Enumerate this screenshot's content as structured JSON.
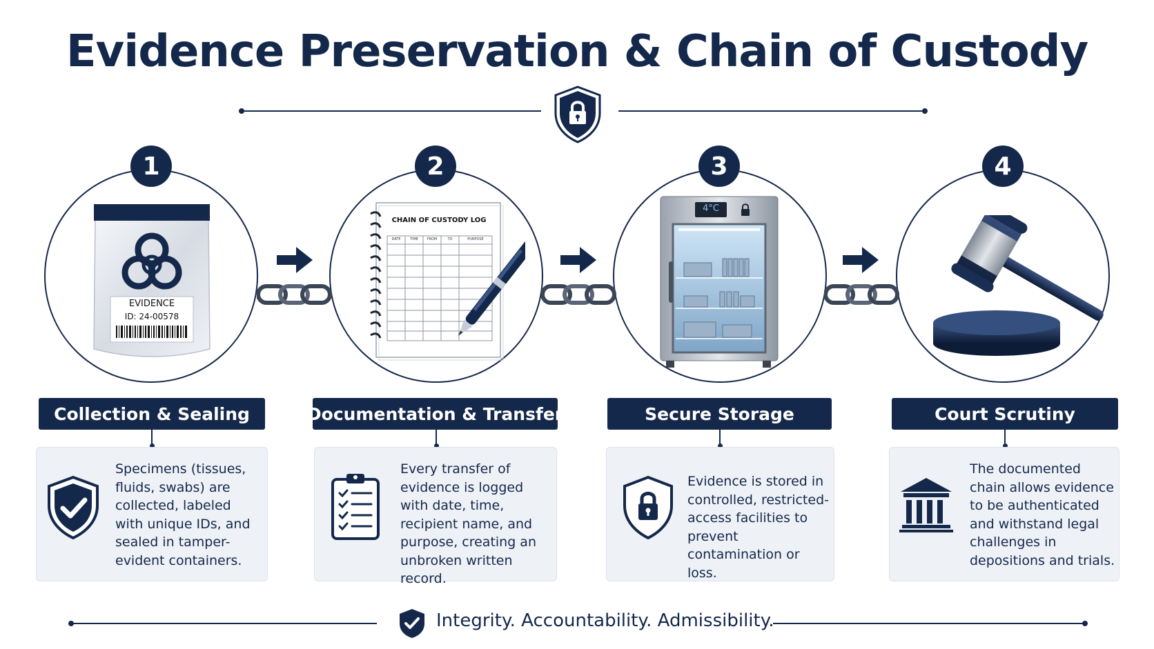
{
  "title": "Evidence Preservation & Chain of Custody",
  "steps": [
    {
      "number": "1",
      "label": "Collection & Sealing",
      "description": "Specimens (tissues, fluids, swabs) are collected, labeled with unique IDs, and sealed in tamper-evident containers.",
      "illustration": "evidence-bag",
      "icon": "shield-check-icon",
      "bag_label": "EVIDENCE",
      "bag_id": "ID: 24-00578"
    },
    {
      "number": "2",
      "label": "Documentation & Transfer",
      "description": "Every transfer of evidence is logged with date, time, recipient name, and purpose, creating an unbroken written record.",
      "illustration": "custody-log-notebook",
      "icon": "clipboard-checklist-icon",
      "log_title": "CHAIN OF CUSTODY LOG",
      "log_columns": [
        "DATE",
        "TIME",
        "FROM",
        "TO",
        "PURPOSE"
      ]
    },
    {
      "number": "3",
      "label": "Secure Storage",
      "description": "Evidence is stored in controlled, restricted-access facilities to prevent contamination or loss.",
      "illustration": "refrigerated-cabinet",
      "icon": "shield-lock-icon",
      "temperature": "4°C"
    },
    {
      "number": "4",
      "label": "Court Scrutiny",
      "description": "The documented chain allows evidence to be authenticated and withstand legal challenges in depositions and trials.",
      "illustration": "gavel",
      "icon": "courthouse-icon"
    }
  ],
  "footer": "Integrity. Accountability. Admissibility.",
  "colors": {
    "navy": "#14284b",
    "card_bg": "#eef1f6",
    "card_border": "#dde2ea"
  }
}
